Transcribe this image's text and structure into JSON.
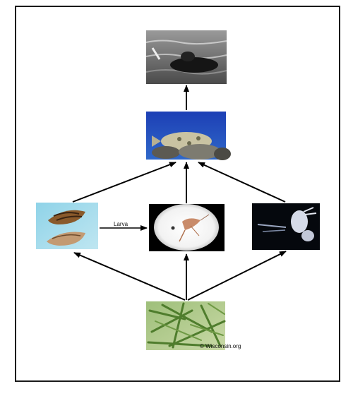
{
  "diagram": {
    "edge_label": "Larva",
    "credit": "© Wisconsin.org",
    "nodes": [
      {
        "id": "bird",
        "icon": "diving-bird-photo"
      },
      {
        "id": "fish",
        "icon": "fish-photo"
      },
      {
        "id": "mussel",
        "icon": "zebra-mussel-photo"
      },
      {
        "id": "zooplankton",
        "icon": "zooplankton-microscope-photo"
      },
      {
        "id": "crustacean",
        "icon": "crustacean-photo"
      },
      {
        "id": "algae",
        "icon": "algae-microscope-photo"
      }
    ],
    "edges": [
      {
        "from": "algae",
        "to": "mussel"
      },
      {
        "from": "algae",
        "to": "zooplankton"
      },
      {
        "from": "algae",
        "to": "crustacean"
      },
      {
        "from": "mussel",
        "to": "zooplankton",
        "label": "Larva"
      },
      {
        "from": "mussel",
        "to": "fish"
      },
      {
        "from": "zooplankton",
        "to": "fish"
      },
      {
        "from": "crustacean",
        "to": "fish"
      },
      {
        "from": "fish",
        "to": "bird"
      }
    ]
  }
}
